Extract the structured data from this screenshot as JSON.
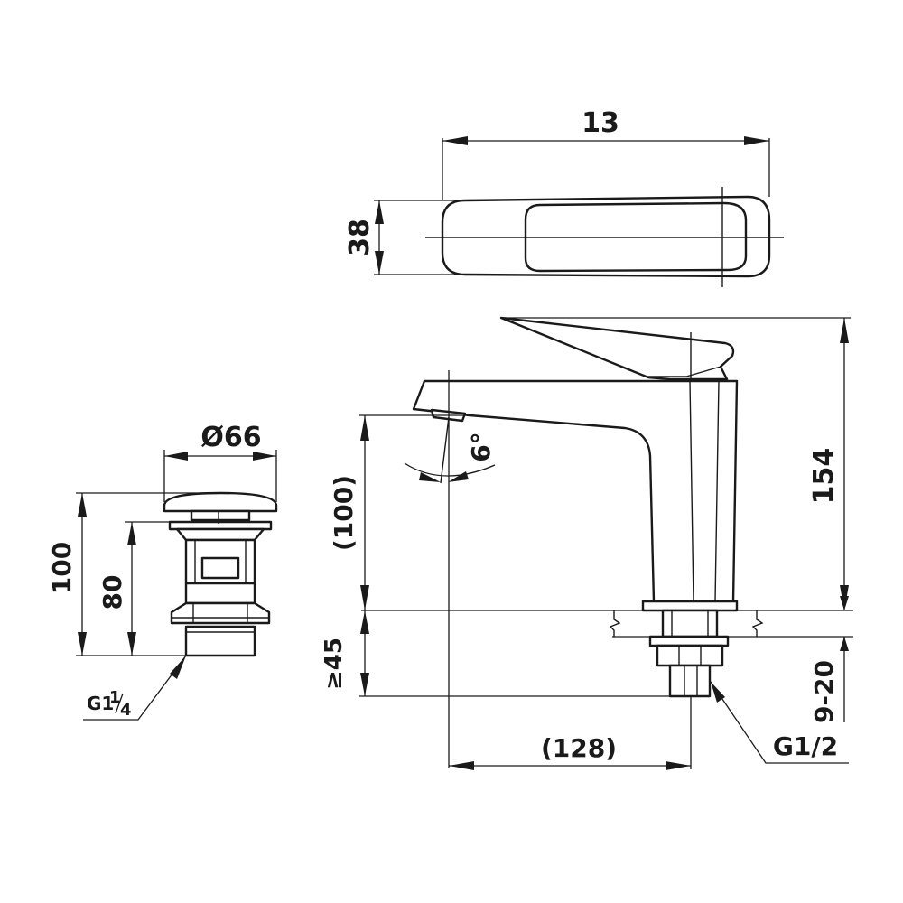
{
  "dimensions": {
    "top_width": "13",
    "top_depth": "38",
    "total_height": "154",
    "spout_height": "(100)",
    "spout_reach": "(128)",
    "spout_angle": "6°",
    "counter_thickness": "9-20",
    "mount_depth": "≥45",
    "waste_diameter": "Ø66",
    "waste_total_height": "100",
    "waste_body_height": "80"
  },
  "threads": {
    "tap_inlet": "G1/2",
    "waste_prefix": "G1",
    "waste_num": "1",
    "waste_den": "4"
  }
}
